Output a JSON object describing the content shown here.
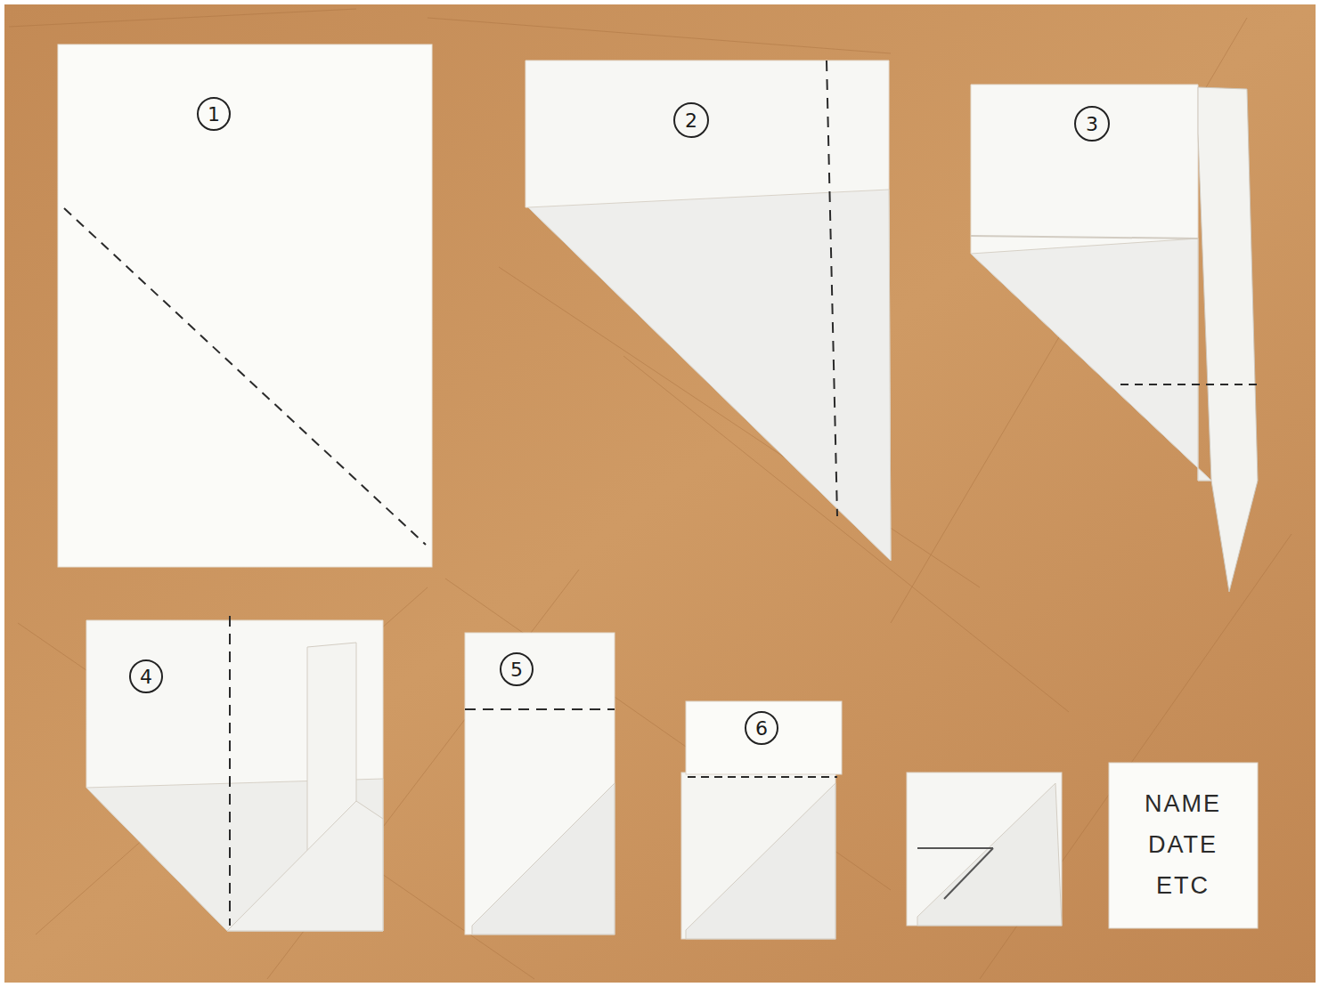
{
  "diagram": {
    "nodes": [
      {
        "text": [
          "1"
        ]
      },
      {
        "text": [
          "2"
        ]
      },
      {
        "text": [
          "3"
        ]
      },
      {
        "text": [
          "4"
        ]
      },
      {
        "text": [
          "5"
        ]
      },
      {
        "text": [
          "6"
        ]
      },
      {
        "text": [
          "NAME DATE ETC"
        ]
      }
    ]
  }
}
